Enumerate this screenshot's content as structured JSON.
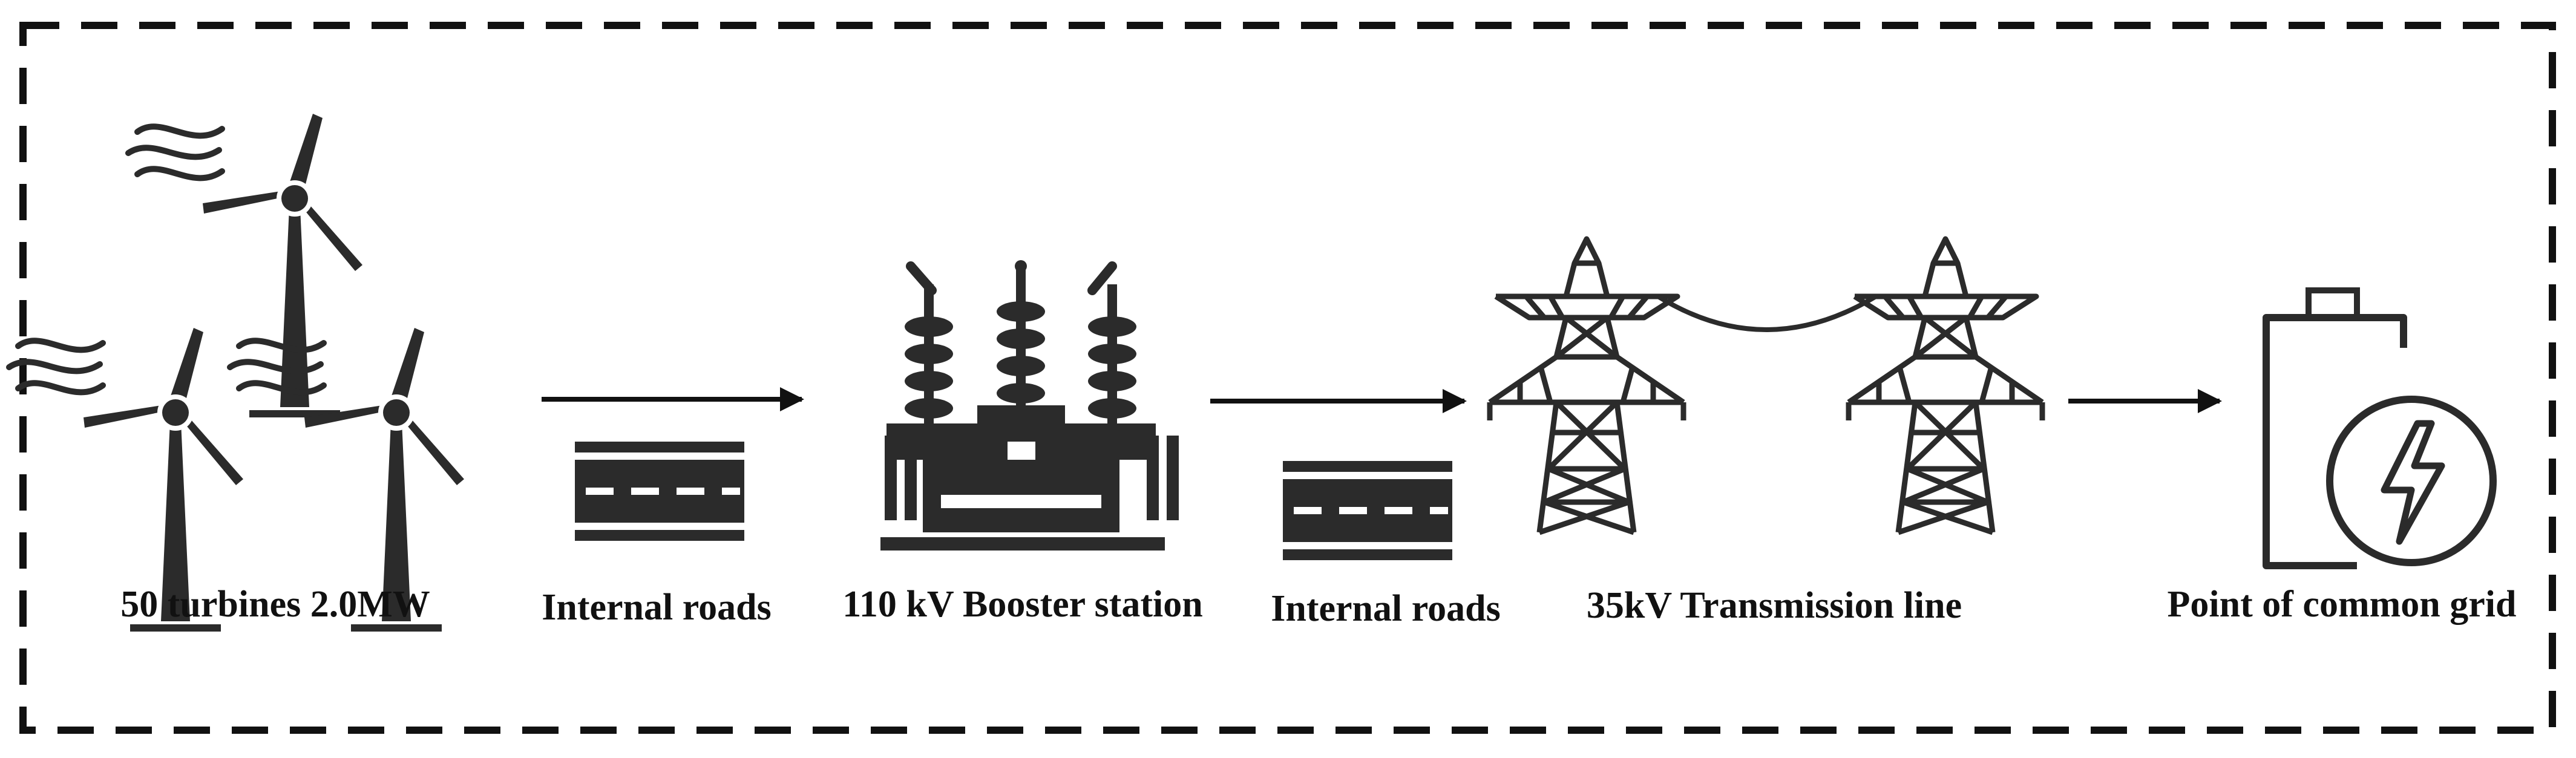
{
  "labels": {
    "turbines": "50 turbines  2.0MW",
    "roads_1": "Internal roads",
    "booster": "110 kV Booster station",
    "roads_2": "Internal roads",
    "transmission": "35kV Transmission line",
    "grid": "Point of common grid"
  },
  "colors": {
    "ink": "#2b2b2b",
    "road_marking": "#ffffff",
    "background": "#ffffff"
  },
  "icons": {
    "wind_turbine": "wind-turbine-icon",
    "road": "road-icon",
    "substation": "booster-substation-icon",
    "pylon": "transmission-tower-icon",
    "battery": "battery-charge-icon"
  }
}
